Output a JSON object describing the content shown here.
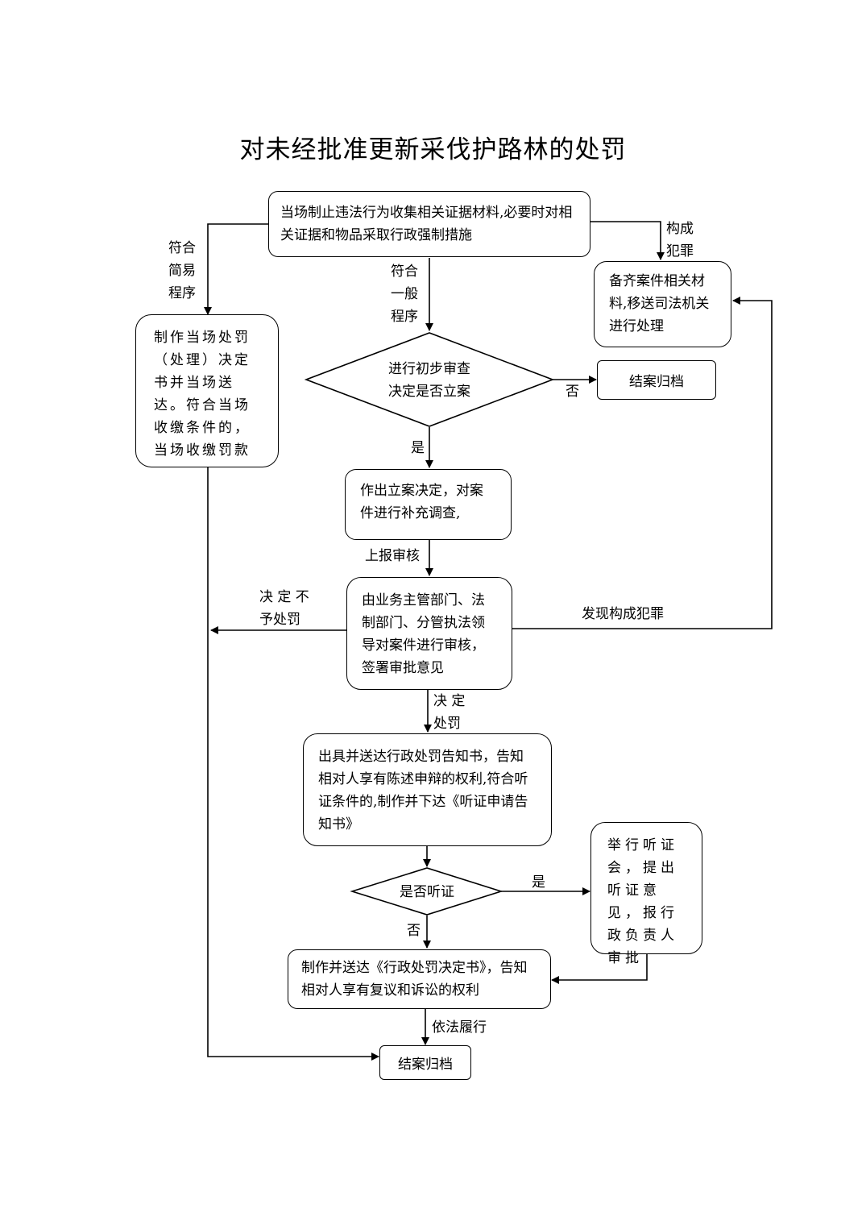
{
  "title": "对未经批准更新采伐护路林的处罚",
  "nodes": {
    "start": "当场制止违法行为收集相关证据材料,必要时对相关证据和物品采取行政强制措施",
    "transfer": "备齐案件相关材料,移送司法机关进行处理",
    "on_site": "制作当场处罚（处理）决定书并当场送达。符合当场收缴条件的，当场收缴罚款",
    "review_decision": "进行初步审查\n决定是否立案",
    "close_case_1": "结案归档",
    "file_case": "作出立案决定，对案件进行补充调查,",
    "approval": "由业务主管部门、法制部门、分管执法领导对案件进行审核，签署审批意见",
    "notice": "出具并送达行政处罚告知书，告知相对人享有陈述申辩的权利,符合听证条件的,制作并下达《听证申请告知书》",
    "hearing_decision": "是否听证",
    "hearing": "举行听证会，提出听证意见，报行政负责人审批",
    "penalty_decision": "制作并送达《行政处罚决定书》，告知相对人享有复议和诉讼的权利",
    "close_case_2": "结案归档"
  },
  "edge_labels": {
    "crime": "构成\n犯罪",
    "simple": "符合\n简易\n程序",
    "general": "符合\n一般\n程序",
    "no1": "否",
    "yes1": "是",
    "report": "上报审核",
    "no_penalty": "决 定 不\n予处罚",
    "found_crime": "发现构成犯罪",
    "decide_penalty": "决 定\n处罚",
    "yes2": "是",
    "no2": "否",
    "perform": "依法履行"
  }
}
